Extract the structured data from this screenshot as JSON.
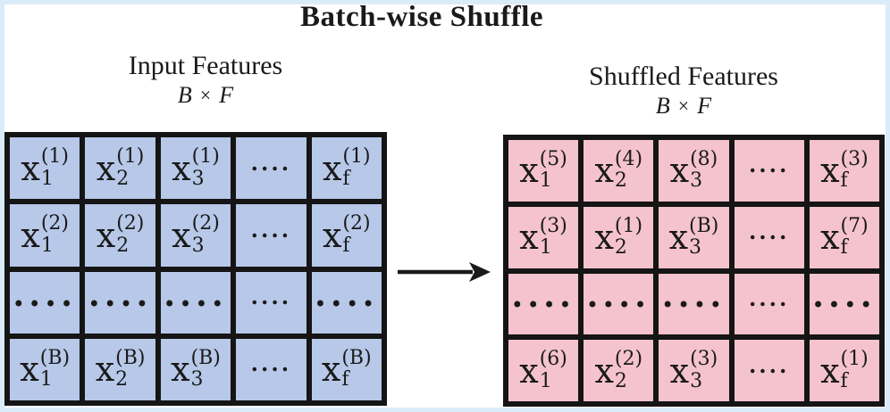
{
  "title": "Batch-wise Shuffle",
  "frame": {
    "border_color": "#d9ecf8",
    "background": "#ffffff"
  },
  "arrow": {
    "direction": "right",
    "color": "#1a1a1a"
  },
  "panels": [
    {
      "id": "input",
      "header": "Input Features",
      "dims": {
        "b": "B",
        "times": "×",
        "f": "F"
      },
      "cell_color": "#b7c8e8",
      "rows": [
        [
          {
            "base": "x",
            "sub": "1",
            "sup": "(1)"
          },
          {
            "base": "x",
            "sub": "2",
            "sup": "(1)"
          },
          {
            "base": "x",
            "sub": "3",
            "sup": "(1)"
          },
          {
            "dots": "...."
          },
          {
            "base": "x",
            "sub": "f",
            "sup": "(1)"
          }
        ],
        [
          {
            "base": "x",
            "sub": "1",
            "sup": "(2)"
          },
          {
            "base": "x",
            "sub": "2",
            "sup": "(2)"
          },
          {
            "base": "x",
            "sub": "3",
            "sup": "(2)"
          },
          {
            "dots": "...."
          },
          {
            "base": "x",
            "sub": "f",
            "sup": "(2)"
          }
        ],
        [
          {
            "dots": "...."
          },
          {
            "dots": "...."
          },
          {
            "dots": "...."
          },
          {
            "dots": "...."
          },
          {
            "dots": "...."
          }
        ],
        [
          {
            "base": "x",
            "sub": "1",
            "sup": "(B)"
          },
          {
            "base": "x",
            "sub": "2",
            "sup": "(B)"
          },
          {
            "base": "x",
            "sub": "3",
            "sup": "(B)"
          },
          {
            "dots": "...."
          },
          {
            "base": "x",
            "sub": "f",
            "sup": "(B)"
          }
        ]
      ]
    },
    {
      "id": "shuffled",
      "header": "Shuffled Features",
      "dims": {
        "b": "B",
        "times": "×",
        "f": "F"
      },
      "cell_color": "#f5c3cd",
      "rows": [
        [
          {
            "base": "x",
            "sub": "1",
            "sup": "(5)"
          },
          {
            "base": "x",
            "sub": "2",
            "sup": "(4)"
          },
          {
            "base": "x",
            "sub": "3",
            "sup": "(8)"
          },
          {
            "dots": "...."
          },
          {
            "base": "x",
            "sub": "f",
            "sup": "(3)"
          }
        ],
        [
          {
            "base": "x",
            "sub": "1",
            "sup": "(3)"
          },
          {
            "base": "x",
            "sub": "2",
            "sup": "(1)"
          },
          {
            "base": "x",
            "sub": "3",
            "sup": "(B)"
          },
          {
            "dots": "...."
          },
          {
            "base": "x",
            "sub": "f",
            "sup": "(7)"
          }
        ],
        [
          {
            "dots": "...."
          },
          {
            "dots": "...."
          },
          {
            "dots": "...."
          },
          {
            "dots": "...."
          },
          {
            "dots": "...."
          }
        ],
        [
          {
            "base": "x",
            "sub": "1",
            "sup": "(6)"
          },
          {
            "base": "x",
            "sub": "2",
            "sup": "(2)"
          },
          {
            "base": "x",
            "sub": "3",
            "sup": "(3)"
          },
          {
            "dots": "...."
          },
          {
            "base": "x",
            "sub": "f",
            "sup": "(1)"
          }
        ]
      ]
    }
  ]
}
